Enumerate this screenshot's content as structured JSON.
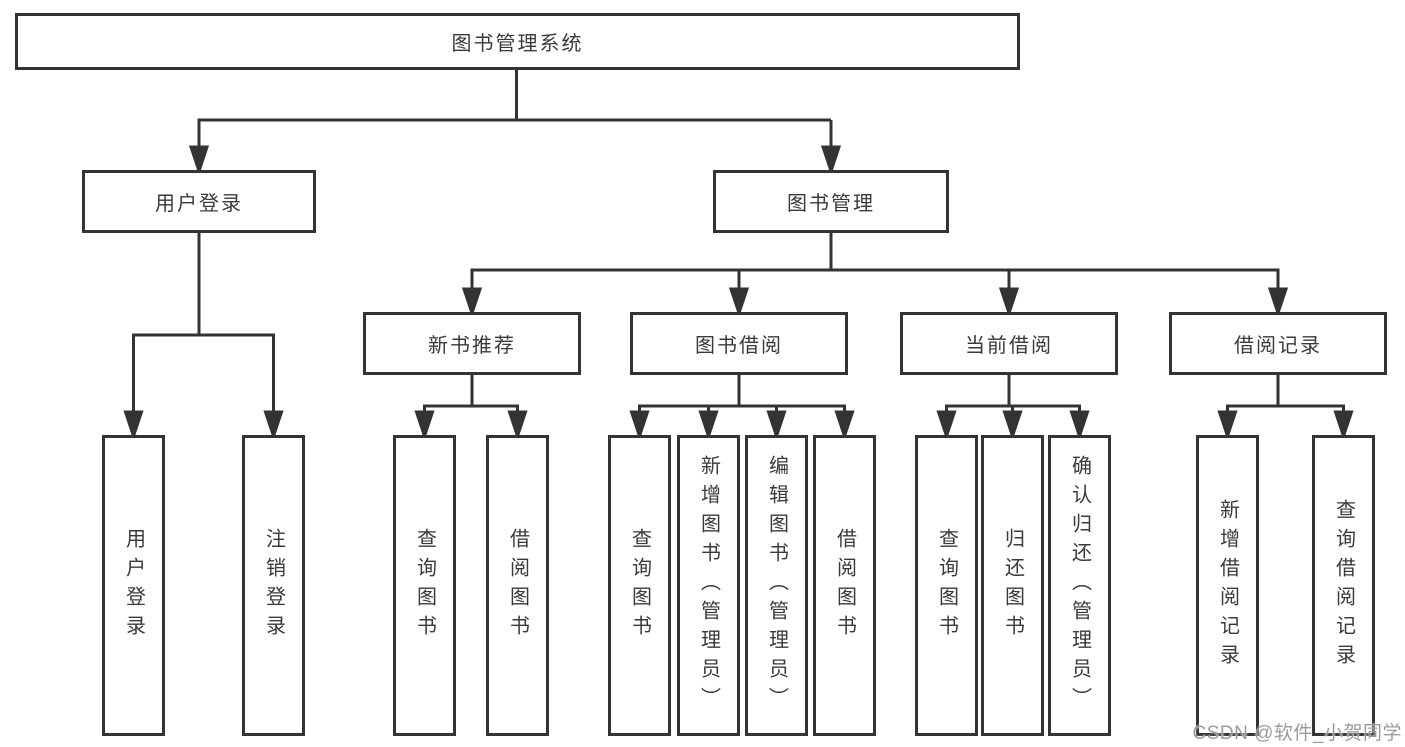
{
  "colors": {
    "line": "#333333",
    "box_border": "#333333",
    "text": "#3a3a3a",
    "background": "#ffffff",
    "watermark": "#9b9b9b"
  },
  "diagram": {
    "root": "图书管理系统",
    "branches": [
      {
        "label": "用户登录",
        "children": [
          {
            "label": "用户登录"
          },
          {
            "label": "注销登录"
          }
        ]
      },
      {
        "label": "图书管理",
        "children": [
          {
            "label": "新书推荐",
            "children": [
              {
                "label": "查询图书"
              },
              {
                "label": "借阅图书"
              }
            ]
          },
          {
            "label": "图书借阅",
            "children": [
              {
                "label": "查询图书"
              },
              {
                "label": "新增图书（管理员）"
              },
              {
                "label": "编辑图书（管理员）"
              },
              {
                "label": "借阅图书"
              }
            ]
          },
          {
            "label": "当前借阅",
            "children": [
              {
                "label": "查询图书"
              },
              {
                "label": "归还图书"
              },
              {
                "label": "确认归还（管理员）"
              }
            ]
          },
          {
            "label": "借阅记录",
            "children": [
              {
                "label": "新增借阅记录"
              },
              {
                "label": "查询借阅记录"
              }
            ]
          }
        ]
      }
    ]
  },
  "watermark": {
    "text": "CSDN @软件_小贺同学"
  }
}
